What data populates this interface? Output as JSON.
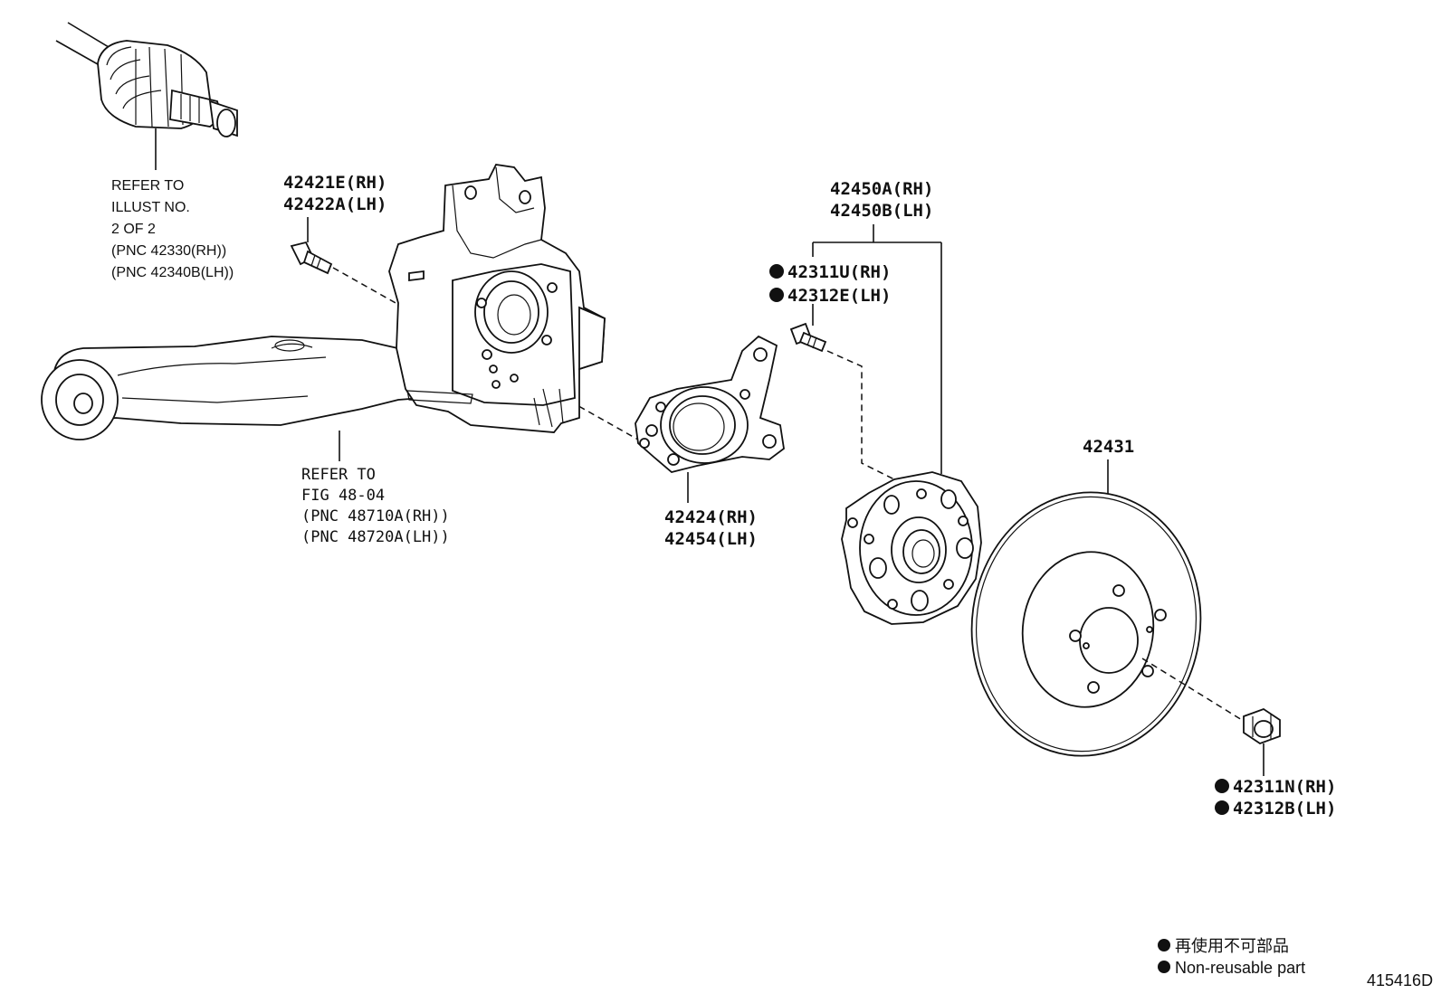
{
  "labels": {
    "shaft_ref": [
      "REFER TO",
      "ILLUST NO.",
      "2 OF 2",
      "(PNC 42330(RH))",
      "(PNC 42340B(LH))"
    ],
    "bolt_a": [
      "42421E(RH)",
      "42422A(LH)"
    ],
    "arm_ref": [
      "REFER TO",
      "FIG 48-04",
      "(PNC 48710A(RH))",
      "(PNC 48720A(LH))"
    ],
    "carrier": [
      "42424(RH)",
      "42454(LH)"
    ],
    "hub_assy": [
      "42450A(RH)",
      "42450B(LH)"
    ],
    "hub_bolt": [
      "42311U(RH)",
      "42312E(LH)"
    ],
    "disc": [
      "42431"
    ],
    "nut": [
      "42311N(RH)",
      "42312B(LH)"
    ]
  },
  "legend": {
    "line1": "再使用不可部品",
    "line2": "Non-reusable part"
  },
  "figure_id": "415416D",
  "colors": {
    "ink": "#111111",
    "paper": "#ffffff"
  }
}
